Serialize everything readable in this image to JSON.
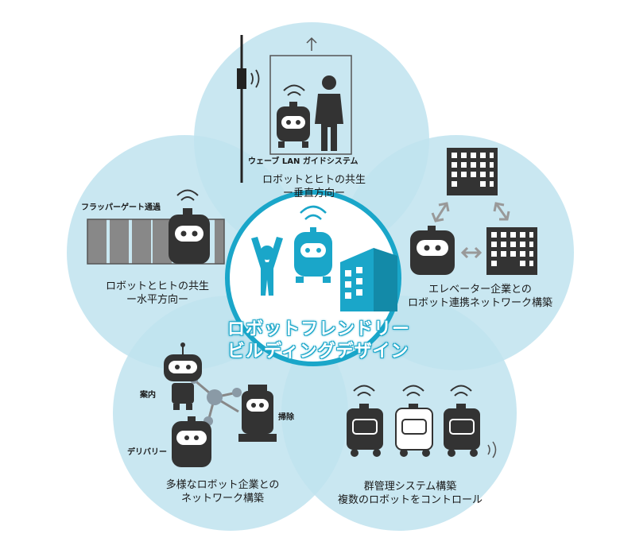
{
  "center": {
    "title_line1": "ロボットフレンドリー",
    "title_line2": "ビルディングデザイン"
  },
  "sections": {
    "top": {
      "caption_line1": "ロボットとヒトの共生",
      "caption_line2": "ー垂直方向ー",
      "tag": "ウェーブ LAN ガイドシステム"
    },
    "left": {
      "caption_line1": "ロボットとヒトの共生",
      "caption_line2": "ー水平方向ー",
      "tag": "フラッパーゲート通過"
    },
    "right": {
      "caption_line1": "エレベーター企業との",
      "caption_line2": "ロボット連携ネットワーク構築"
    },
    "bottom_left": {
      "caption_line1": "多様なロボット企業との",
      "caption_line2": "ネットワーク構築",
      "tag_guide": "案内",
      "tag_clean": "掃除",
      "tag_delivery": "デリバリー"
    },
    "bottom_right": {
      "caption_line1": "群管理システム構築",
      "caption_line2": "複数のロボットをコントロール"
    }
  },
  "colors": {
    "petal": "#bfe3ee",
    "overlap": "#a6d8e7",
    "accent": "#1aa6c9",
    "dark": "#333333"
  }
}
